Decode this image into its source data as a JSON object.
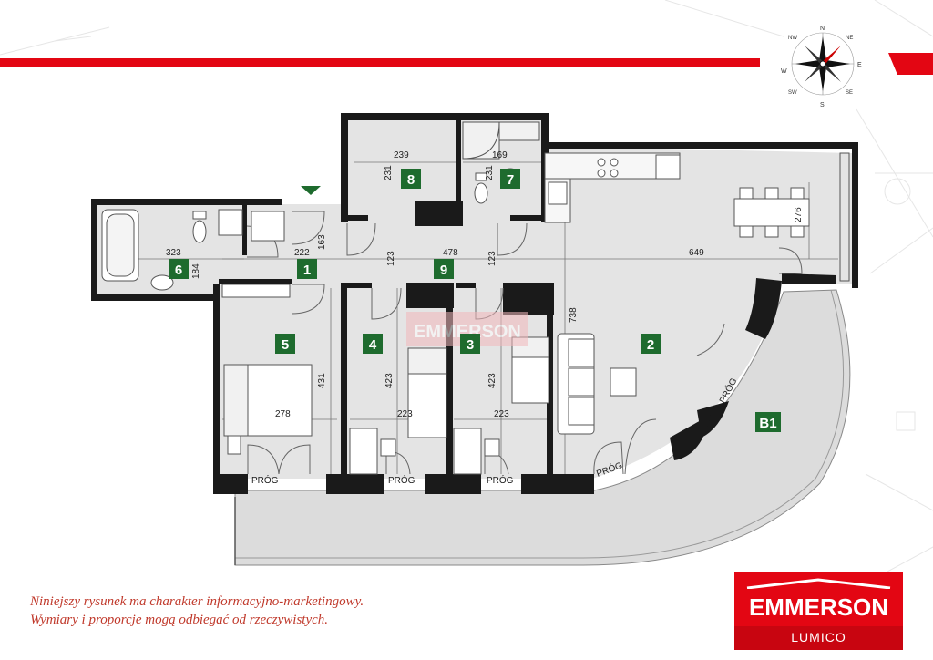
{
  "colors": {
    "accent_red": "#e30613",
    "room_label_green": "#1e6b2e",
    "wall": "#1a1a1a",
    "floor": "#e4e4e4"
  },
  "compass": {
    "n": "N",
    "ne": "NE",
    "e": "E",
    "se": "SE",
    "s": "S",
    "sw": "SW",
    "w": "W",
    "nw": "NW"
  },
  "rooms": [
    {
      "id": "1",
      "label": "1"
    },
    {
      "id": "2",
      "label": "2"
    },
    {
      "id": "3",
      "label": "3"
    },
    {
      "id": "4",
      "label": "4"
    },
    {
      "id": "5",
      "label": "5"
    },
    {
      "id": "6",
      "label": "6"
    },
    {
      "id": "7",
      "label": "7"
    },
    {
      "id": "8",
      "label": "8"
    },
    {
      "id": "9",
      "label": "9"
    },
    {
      "id": "b1",
      "label": "B1"
    }
  ],
  "dimensions": {
    "d239": "239",
    "d231a": "231",
    "d169": "169",
    "d231b": "231",
    "d323": "323",
    "d184": "184",
    "d222": "222",
    "d163": "163",
    "d123a": "123",
    "d478": "478",
    "d123b": "123",
    "d649": "649",
    "d276": "276",
    "d738": "738",
    "d431": "431",
    "d278": "278",
    "d423a": "423",
    "d223a": "223",
    "d423b": "423",
    "d223b": "223"
  },
  "thresholds": {
    "prog1": "PRÓG",
    "prog2": "PRÓG",
    "prog3": "PRÓG",
    "prog4": "PRÓG",
    "prog5": "PRÓG"
  },
  "watermark": "EMMERSON",
  "disclaimer": {
    "line1": "Niniejszy rysunek ma charakter informacyjno-marketingowy.",
    "line2": "Wymiary i proporcje mogą odbiegać od rzeczywistych."
  },
  "logo": {
    "name": "EMMERSON",
    "sub": "LUMICO"
  }
}
